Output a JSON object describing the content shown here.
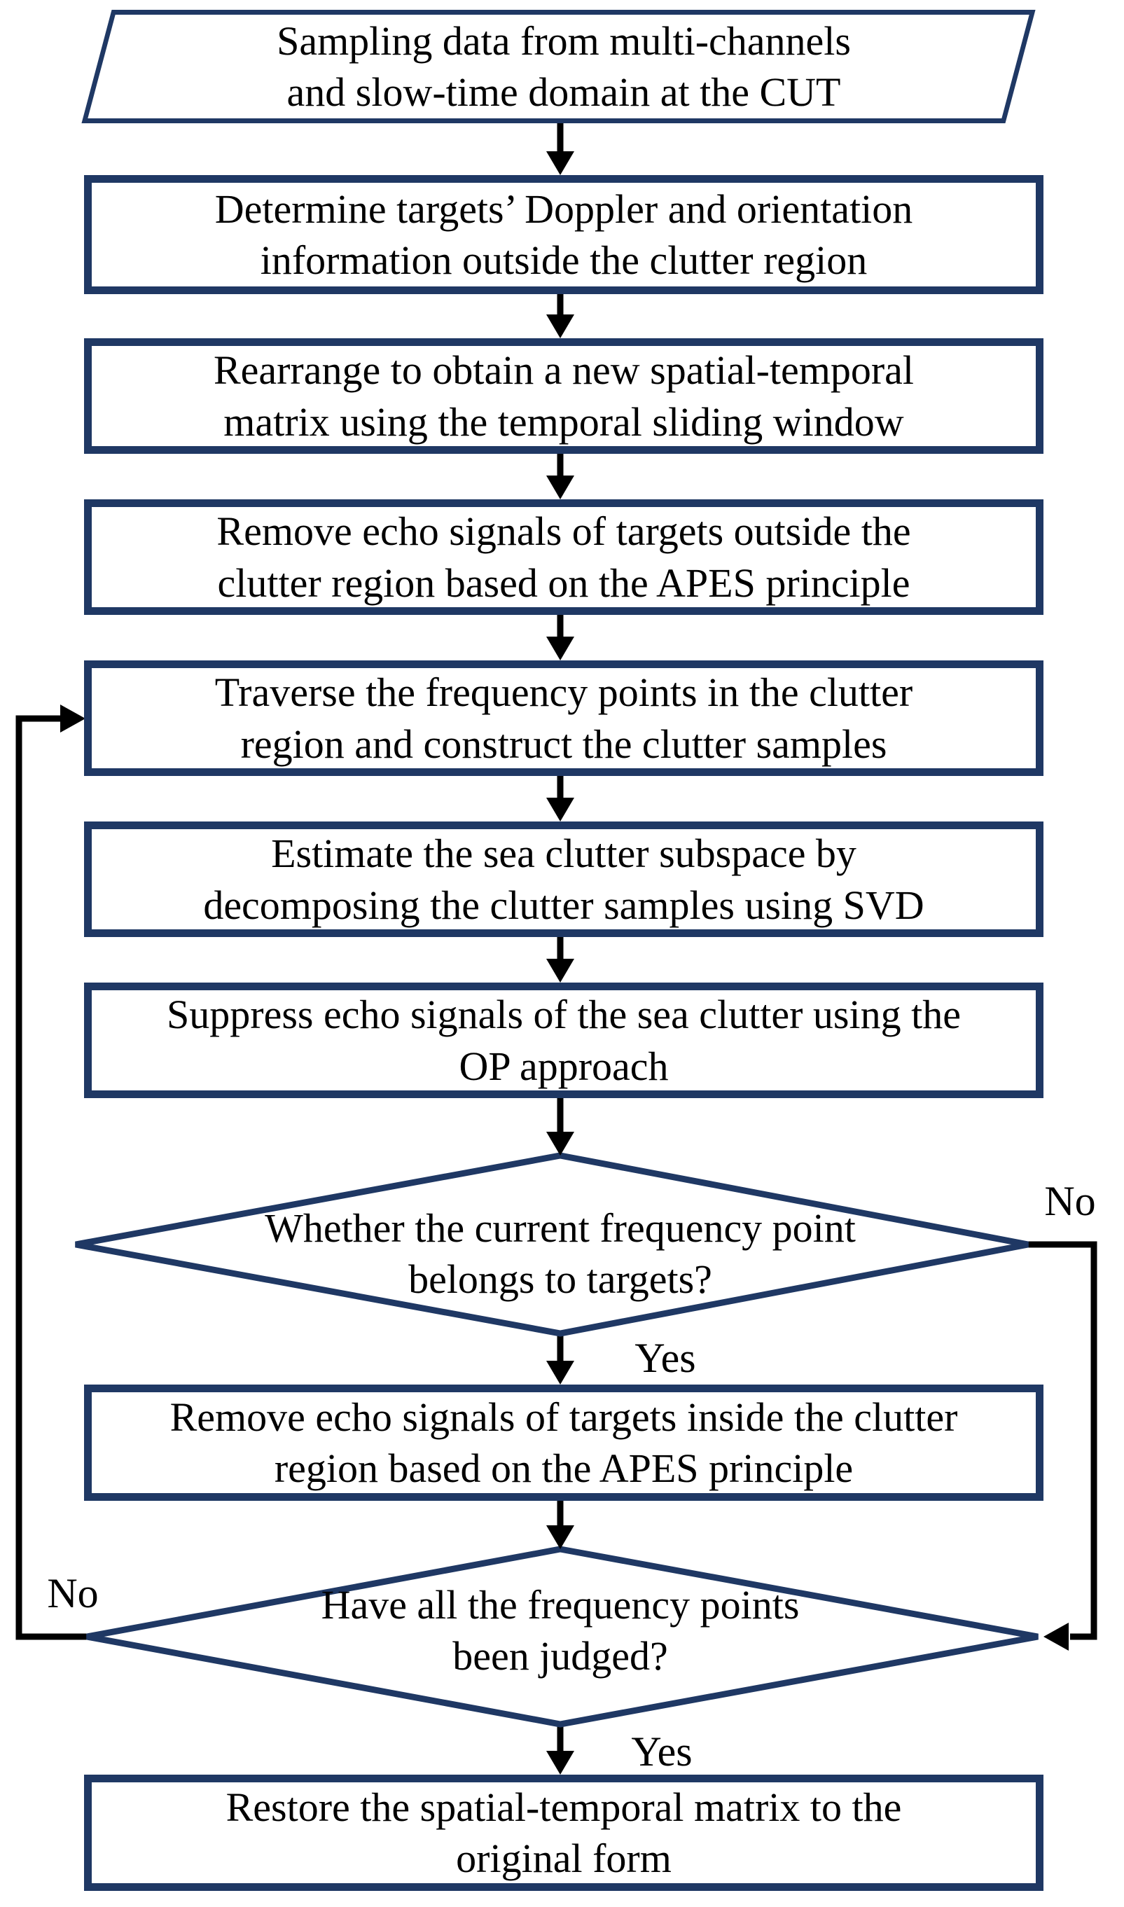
{
  "diagram": {
    "colors": {
      "node_border": "#1f3864",
      "arrow": "#000000",
      "text": "#000000",
      "background": "#ffffff"
    },
    "nodes": {
      "start": {
        "shape": "parallelogram",
        "line1": "Sampling data from multi-channels",
        "line2": "and slow-time domain at the CUT"
      },
      "determine": {
        "shape": "rectangle",
        "line1": "Determine targets’ Doppler and orientation",
        "line2": "information outside the clutter region"
      },
      "rearrange": {
        "shape": "rectangle",
        "line1": "Rearrange to obtain a new spatial-temporal",
        "line2": "matrix using the temporal sliding window"
      },
      "remove_outside": {
        "shape": "rectangle",
        "line1": "Remove echo signals of targets outside the",
        "line2": "clutter region based on the APES principle"
      },
      "traverse": {
        "shape": "rectangle",
        "line1": "Traverse the frequency points in the clutter",
        "line2": "region and construct the clutter samples"
      },
      "estimate": {
        "shape": "rectangle",
        "line1": "Estimate the sea clutter subspace by",
        "line2": "decomposing the clutter samples using SVD"
      },
      "suppress": {
        "shape": "rectangle",
        "line1": "Suppress echo signals of the sea clutter using the",
        "line2": "OP approach"
      },
      "decision_frequency_point": {
        "shape": "diamond",
        "line1": "Whether the current frequency point",
        "line2": "belongs to targets?"
      },
      "remove_inside": {
        "shape": "rectangle",
        "line1": "Remove echo signals of targets inside the clutter",
        "line2": "region based on the APES principle"
      },
      "decision_all_points": {
        "shape": "diamond",
        "line1": "Have all the frequency points",
        "line2": "been judged?"
      },
      "restore": {
        "shape": "rectangle",
        "line1": "Restore the spatial-temporal matrix to the",
        "line2": "original form"
      }
    },
    "edge_labels": {
      "decision1_no": "No",
      "decision1_yes": "Yes",
      "decision2_no": "No",
      "decision2_yes": "Yes"
    }
  }
}
